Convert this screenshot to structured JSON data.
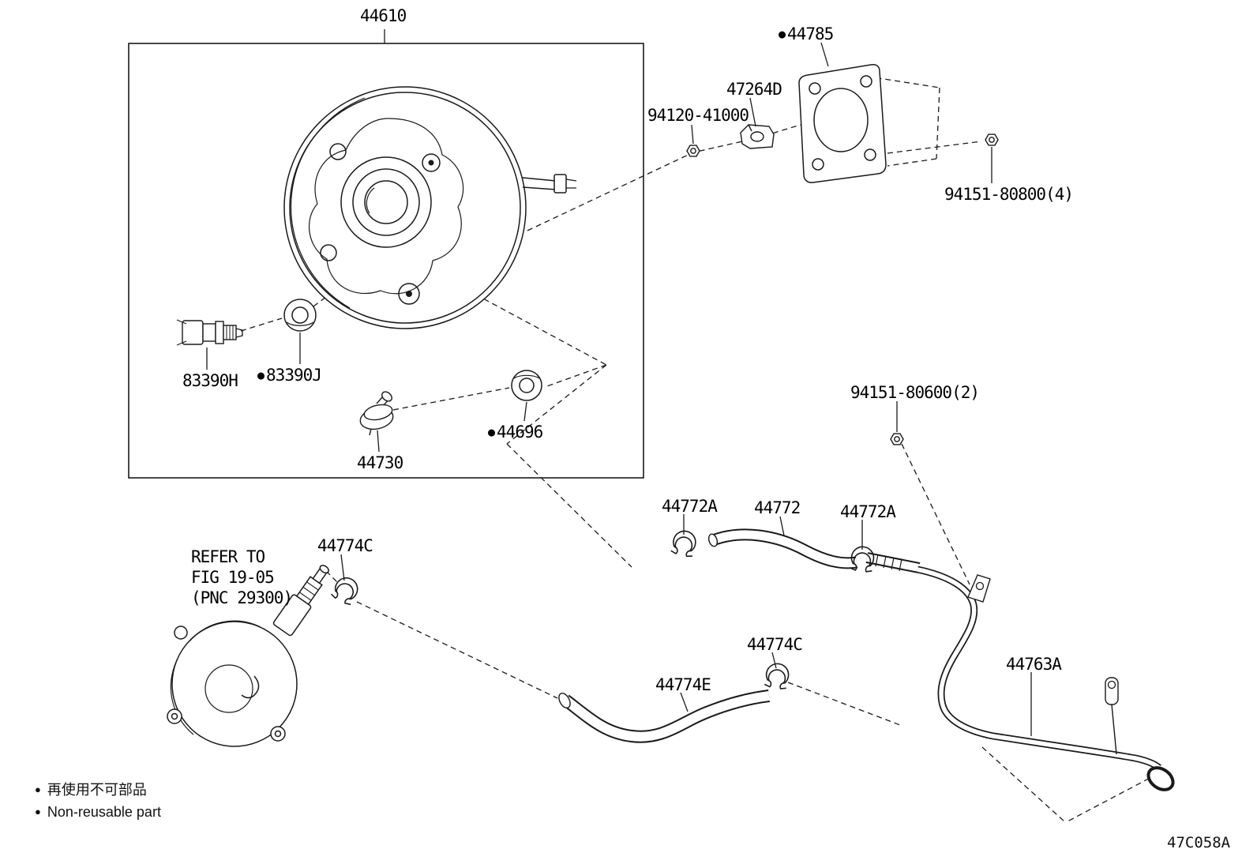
{
  "bullet": "●",
  "parts": {
    "booster": "44610",
    "gasket": "44785",
    "clamp_47264d": "47264D",
    "nut_94120_41000": "94120-41000",
    "nut_94151_80800": "94151-80800(4)",
    "sensor": "83390H",
    "grommet_83390j": "83390J",
    "grommet_44696": "44696",
    "check_valve": "44730",
    "nut_94151_80600": "94151-80600(2)",
    "clamp_44772a": "44772A",
    "hose_44772": "44772",
    "clamp_44774c": "44774C",
    "hose_44774e": "44774E",
    "pipe_44763a": "44763A"
  },
  "note": {
    "line1": "REFER TO",
    "line2": "FIG 19-05",
    "line3": "(PNC 29300)"
  },
  "legend": {
    "jp": "再使用不可部品",
    "en": "Non-reusable part"
  },
  "diagram_code": "47C058A",
  "colors": {
    "ink": "#1a1a1a",
    "background": "#ffffff"
  }
}
